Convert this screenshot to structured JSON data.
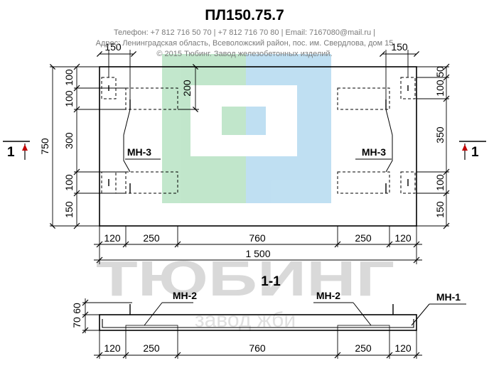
{
  "header": {
    "title": "ПЛ150.75.7",
    "contacts": "Телефон: +7 812 716 50 70 | +7 812 716 70 80 | Email: 7167080@mail.ru |",
    "address": "Адрес: Ленинградская область, Всеволожский район, пос. им. Свердлова, дом 15",
    "copyright": "© 2015 Тюбинг. Завод железобетонных изделий."
  },
  "watermark": {
    "brand": "ТЮБИНГ",
    "tagline": "завод жби"
  },
  "plan": {
    "section_marker": "1",
    "height_total": "750",
    "left_dims": [
      "100",
      "100",
      "300",
      "100",
      "150"
    ],
    "right_dims": [
      "50",
      "100",
      "350",
      "100",
      "150"
    ],
    "top_left_dim": "150",
    "top_right_dim": "150",
    "inner_dim": "200",
    "loop_label_left": "МН-3",
    "loop_label_right": "МН-3",
    "bottom_dims": [
      "120",
      "250",
      "760",
      "250",
      "120"
    ],
    "length_total": "1 500"
  },
  "section": {
    "title": "1-1",
    "left_dims": [
      "60",
      "70"
    ],
    "labels": [
      "МН-2",
      "МН-2",
      "МН-1"
    ],
    "bottom_dims": [
      "120",
      "250",
      "760",
      "250",
      "120"
    ]
  },
  "colors": {
    "drawing": "#000000",
    "meta_text": "#7a7a7a",
    "logo_green": "#8fd3a2",
    "logo_blue": "#8cc6e8",
    "watermark_gray": "#d9d9d9",
    "loop_arrow": "#c00000"
  }
}
